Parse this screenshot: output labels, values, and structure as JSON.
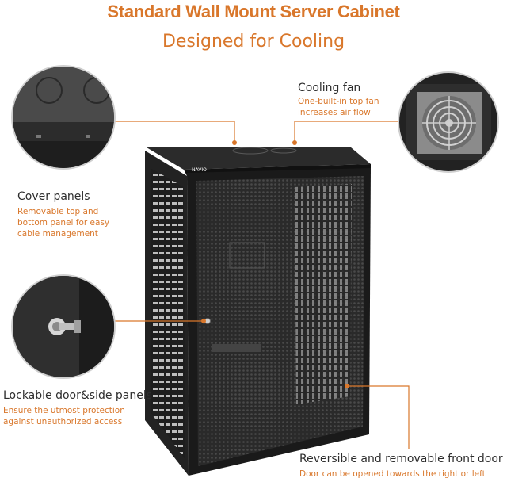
{
  "header": {
    "title": "Standard Wall Mount Server Cabinet",
    "subtitle": "Designed for Cooling"
  },
  "callouts": {
    "cooling_fan": {
      "label": "Cooling fan",
      "desc": [
        "One-built-in top fan",
        "increases air flow"
      ]
    },
    "cover_panels": {
      "label": "Cover panels",
      "desc": [
        "Removable top and",
        "bottom panel for easy",
        "cable management"
      ]
    },
    "lockable": {
      "label": "Lockable door&side panels",
      "desc": [
        "Ensure the utmost protection",
        "against unauthorized access"
      ]
    },
    "front_door": {
      "label": "Reversible and removable front door",
      "desc": [
        "Door can be opened towards the right or left"
      ]
    }
  },
  "brand": {
    "logo_text": "NAVIO"
  },
  "colors": {
    "accent": "#d9772b",
    "text": "#2d2d2d",
    "cabinet": "#1b1b1b"
  }
}
